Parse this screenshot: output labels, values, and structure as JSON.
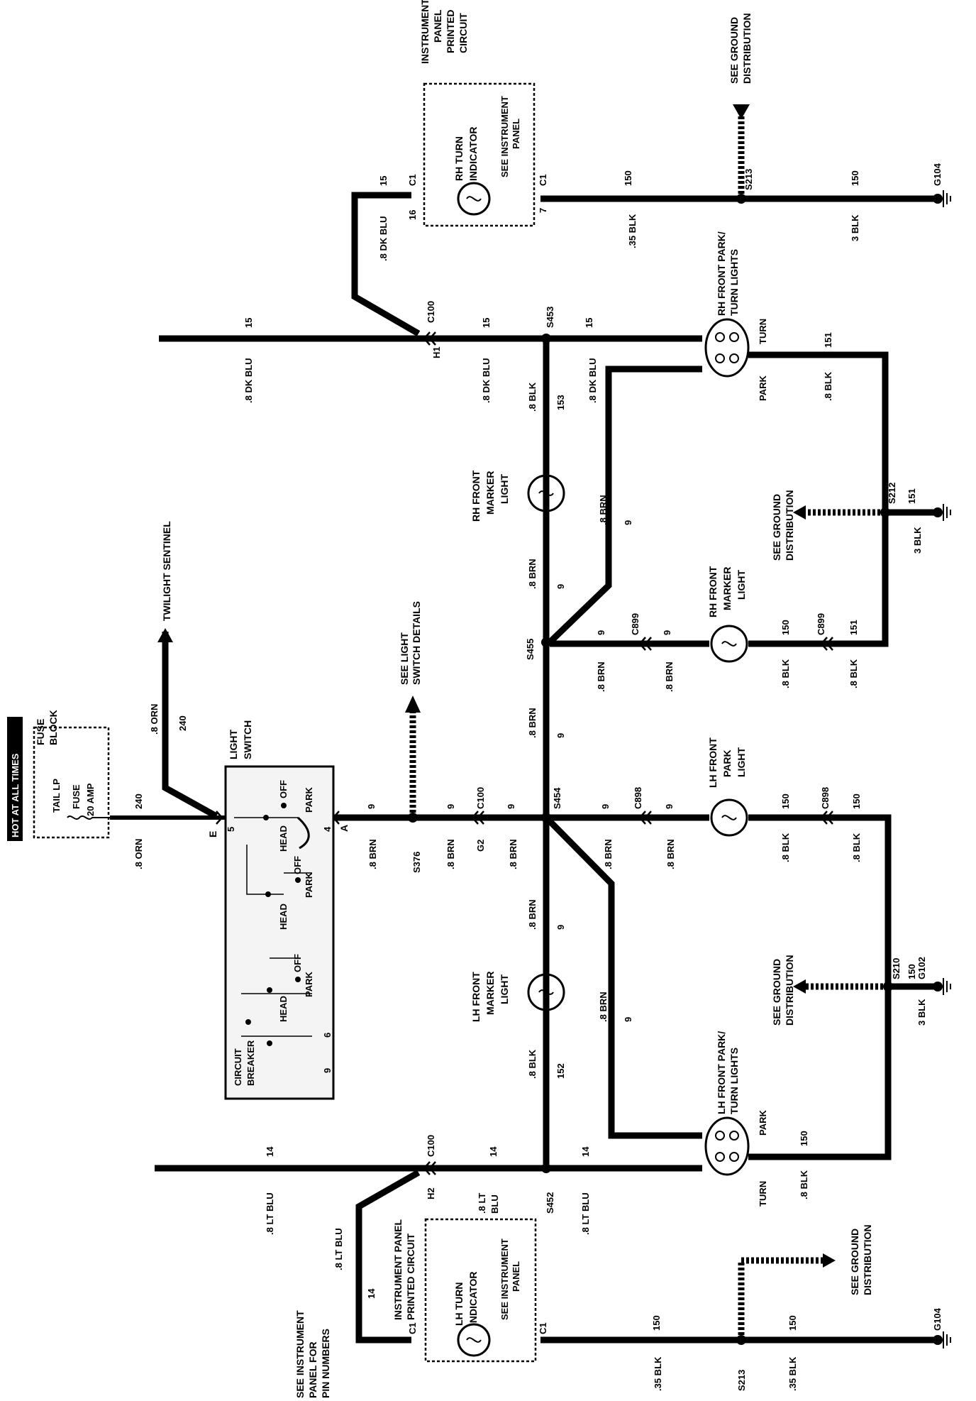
{
  "header": {
    "hot_label": "HOT AT ALL TIMES"
  },
  "fuse_block": {
    "title_1": "FUSE",
    "title_2": "BLOCK",
    "fuse_name_1": "TAIL LP",
    "fuse_name_2": "FUSE",
    "rating": "20 AMP"
  },
  "light_switch": {
    "title_1": "LIGHT",
    "title_2": "SWITCH",
    "pin_e": "E",
    "pin_5": "5",
    "pin_a": "A",
    "pin_4": "4",
    "pin_6": "6",
    "pin_9": "9",
    "off": "OFF",
    "head": "HEAD",
    "park": "PARK",
    "circuit": "CIRCUIT",
    "breaker": "BREAKER"
  },
  "notes": {
    "twilight": "TWILIGHT SENTINEL",
    "light_switch_1": "SEE LIGHT",
    "light_switch_2": "SWITCH DETAILS",
    "ground_1": "SEE GROUND",
    "ground_2": "DISTRIBUTION",
    "ipanel_1": "SEE INSTRUMENT",
    "ipanel_2": "PANEL FOR",
    "ipanel_3": "PIN NUMBERS",
    "ipanel_inner_1": "SEE INSTRUMENT",
    "ipanel_inner_2": "PANEL"
  },
  "wire_labels": {
    "dk_blu": ".8 DK BLU",
    "lt_blu": ".8 LT BLU",
    "lt": ".8 LT",
    "blu": "BLU",
    "brn": ".8 BRN",
    "blk": ".8 BLK",
    "orn": ".8 ORN",
    "blk_035": ".35 BLK",
    "blk_3": "3 BLK"
  },
  "circuits": {
    "c15": "15",
    "c14": "14",
    "c9": "9",
    "c150": "150",
    "c151": "151",
    "c152": "152",
    "c153": "153",
    "c240": "240",
    "c16": "16",
    "c7": "7"
  },
  "splices": {
    "s453": "S453",
    "s455": "S455",
    "s454": "S454",
    "s376": "S376",
    "s452": "S452",
    "s213": "S213",
    "s212": "S212",
    "s210": "S210"
  },
  "grounds": {
    "g104": "G104",
    "g102": "G102"
  },
  "connectors": {
    "c100": "C100",
    "c899": "C899",
    "c898": "C898",
    "c1": "C1",
    "h1": "H1",
    "h2": "H2",
    "g2": "G2"
  },
  "components": {
    "rh_front_park_1": "RH FRONT PARK/",
    "rh_front_park_2": "TURN LIGHTS",
    "lh_front_park_1": "LH FRONT PARK/",
    "lh_front_park_2": "TURN LIGHTS",
    "turn": "TURN",
    "park": "PARK",
    "rh_front": "RH FRONT",
    "lh_front": "LH FRONT",
    "marker": "MARKER",
    "light": "LIGHT",
    "park_word": "PARK",
    "rh_turn": "RH TURN",
    "lh_turn": "LH TURN",
    "indicator": "INDICATOR",
    "instrument": "INSTRUMENT",
    "panel": "PANEL",
    "printed": "PRINTED",
    "circuit": "CIRCUIT",
    "instrument_panel": "INSTRUMENT PANEL",
    "printed_circuit": "PRINTED CIRCUIT"
  }
}
